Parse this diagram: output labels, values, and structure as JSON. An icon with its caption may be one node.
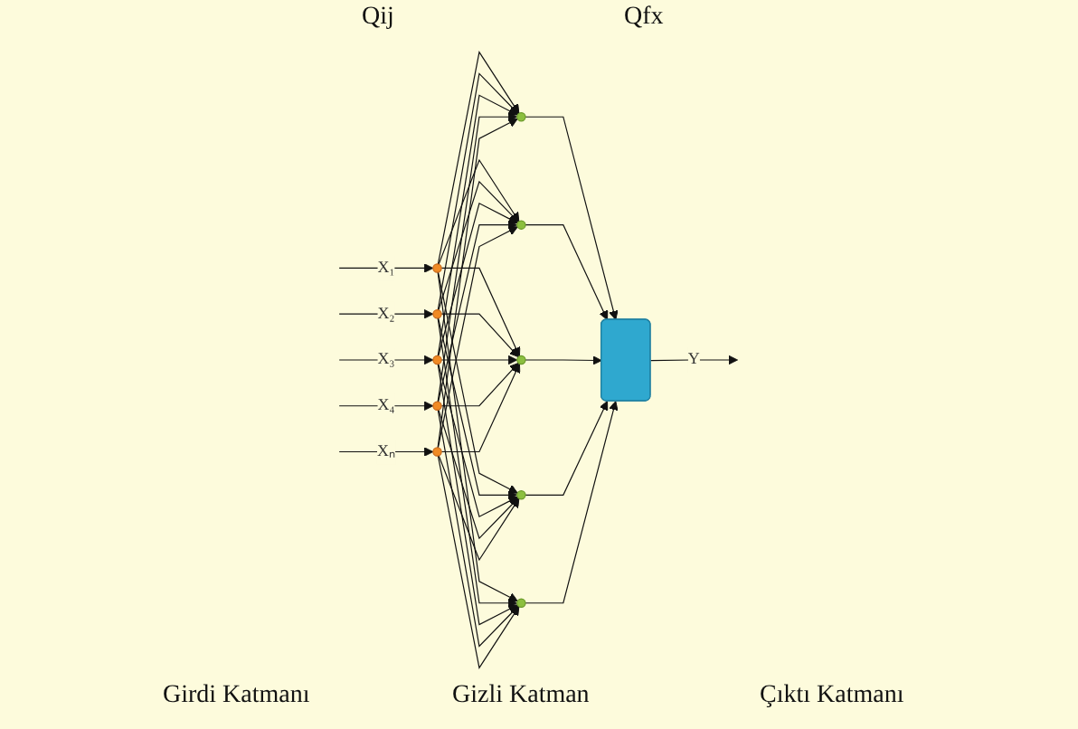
{
  "diagram": {
    "nodes": [
      {
        "text": [],
        "shape": "circle"
      },
      {
        "text": [],
        "shape": "circle"
      },
      {
        "text": [],
        "shape": "circle"
      },
      {
        "text": [],
        "shape": "circle"
      },
      {
        "text": [],
        "shape": "circle"
      },
      {
        "text": [],
        "shape": "circle"
      },
      {
        "text": [],
        "shape": "circle"
      },
      {
        "text": [],
        "shape": "circle"
      },
      {
        "text": [],
        "shape": "circle"
      },
      {
        "text": [],
        "shape": "circle"
      },
      {
        "text": [],
        "shape": "box"
      }
    ],
    "edges": [
      {
        "from": null,
        "to": 0,
        "arrow": "to",
        "label": "X₁"
      },
      {
        "from": null,
        "to": 1,
        "arrow": "to",
        "label": "X₂"
      },
      {
        "from": null,
        "to": 2,
        "arrow": "to",
        "label": "X₃"
      },
      {
        "from": null,
        "to": 3,
        "arrow": "to",
        "label": "X₄"
      },
      {
        "from": null,
        "to": 4,
        "arrow": "to",
        "label": "Xₙ"
      },
      {
        "from": 0,
        "to": 5,
        "arrow": "to"
      },
      {
        "from": 0,
        "to": 6,
        "arrow": "to"
      },
      {
        "from": 0,
        "to": 7,
        "arrow": "to"
      },
      {
        "from": 0,
        "to": 8,
        "arrow": "to"
      },
      {
        "from": 0,
        "to": 9,
        "arrow": "to"
      },
      {
        "from": 1,
        "to": 5,
        "arrow": "to"
      },
      {
        "from": 1,
        "to": 6,
        "arrow": "to"
      },
      {
        "from": 1,
        "to": 7,
        "arrow": "to"
      },
      {
        "from": 1,
        "to": 8,
        "arrow": "to"
      },
      {
        "from": 1,
        "to": 9,
        "arrow": "to"
      },
      {
        "from": 2,
        "to": 5,
        "arrow": "to"
      },
      {
        "from": 2,
        "to": 6,
        "arrow": "to"
      },
      {
        "from": 2,
        "to": 7,
        "arrow": "to"
      },
      {
        "from": 2,
        "to": 8,
        "arrow": "to"
      },
      {
        "from": 2,
        "to": 9,
        "arrow": "to"
      },
      {
        "from": 3,
        "to": 5,
        "arrow": "to"
      },
      {
        "from": 3,
        "to": 6,
        "arrow": "to"
      },
      {
        "from": 3,
        "to": 7,
        "arrow": "to"
      },
      {
        "from": 3,
        "to": 8,
        "arrow": "to"
      },
      {
        "from": 3,
        "to": 9,
        "arrow": "to"
      },
      {
        "from": 4,
        "to": 5,
        "arrow": "to"
      },
      {
        "from": 4,
        "to": 6,
        "arrow": "to"
      },
      {
        "from": 4,
        "to": 7,
        "arrow": "to"
      },
      {
        "from": 4,
        "to": 8,
        "arrow": "to"
      },
      {
        "from": 4,
        "to": 9,
        "arrow": "to"
      },
      {
        "from": 5,
        "to": 10,
        "arrow": "to"
      },
      {
        "from": 6,
        "to": 10,
        "arrow": "to"
      },
      {
        "from": 7,
        "to": 10,
        "arrow": "to"
      },
      {
        "from": 8,
        "to": 10,
        "arrow": "to"
      },
      {
        "from": 9,
        "to": 10,
        "arrow": "to"
      },
      {
        "from": 10,
        "to": null,
        "arrow": "to",
        "label": "Y"
      }
    ],
    "labels": [
      "Qij",
      "Qfx",
      "Girdi Katmanı",
      "Gizli Katman",
      "Çıktı Katmanı"
    ]
  }
}
